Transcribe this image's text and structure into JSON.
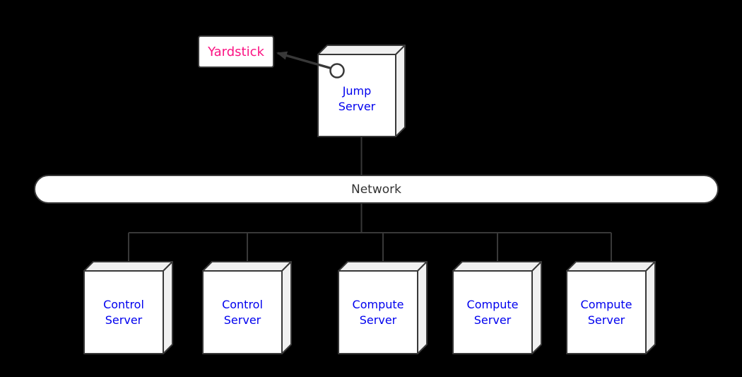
{
  "nodes": {
    "yardstick": {
      "label": "Yardstick"
    },
    "jump_server": {
      "line1": "Jump",
      "line2": "Server"
    },
    "network": {
      "label": "Network"
    },
    "servers": [
      {
        "line1": "Control",
        "line2": "Server"
      },
      {
        "line1": "Control",
        "line2": "Server"
      },
      {
        "line1": "Compute",
        "line2": "Server"
      },
      {
        "line1": "Compute",
        "line2": "Server"
      },
      {
        "line1": "Compute",
        "line2": "Server"
      }
    ]
  },
  "connections": [
    {
      "from": "Jump Server",
      "to": "Yardstick",
      "style": "arrow-from-port"
    },
    {
      "from": "Jump Server",
      "to": "Network",
      "style": "line"
    },
    {
      "from": "Network",
      "to": "Control Server",
      "style": "line"
    },
    {
      "from": "Network",
      "to": "Control Server",
      "style": "line"
    },
    {
      "from": "Network",
      "to": "Compute Server",
      "style": "line"
    },
    {
      "from": "Network",
      "to": "Compute Server",
      "style": "line"
    },
    {
      "from": "Network",
      "to": "Compute Server",
      "style": "line"
    }
  ],
  "colors": {
    "background": "#000000",
    "node_fill": "#ffffff",
    "node_side_fill": "#f0f0f0",
    "border_and_lines": "#383838",
    "server_text": "#0000ee",
    "yardstick_text": "#fb1383",
    "network_text": "#333333"
  }
}
